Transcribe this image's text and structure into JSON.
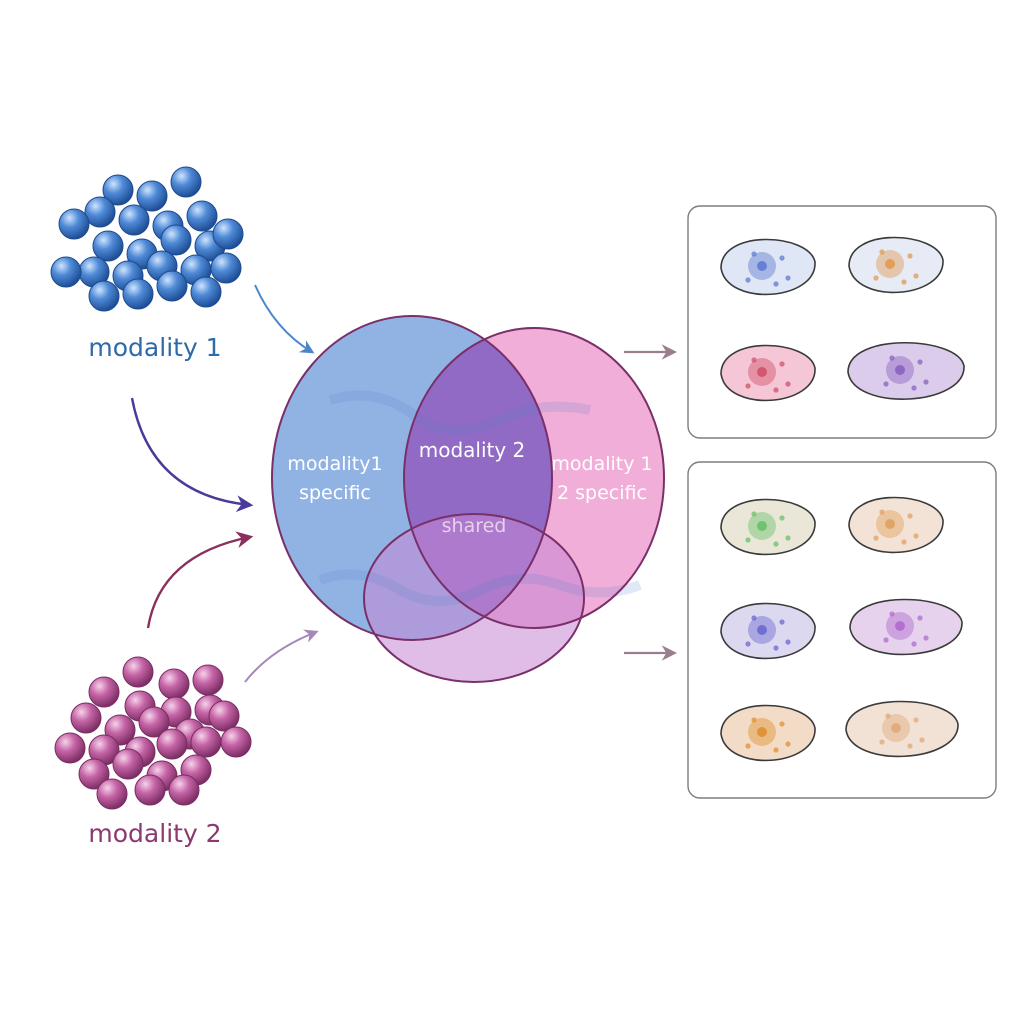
{
  "modality1": {
    "label": "modality 1",
    "color": "#2f6aa8",
    "bead_color": "#4a86cf"
  },
  "modality2": {
    "label": "modality 2",
    "color": "#8a3a6e",
    "bead_color": "#c466a4"
  },
  "venn": {
    "left_label_line1": "modality1",
    "left_label_line2": "specific",
    "overlap_label": "modality 2",
    "right_label_line1": "modality 1",
    "right_label_line2": "2 specific",
    "bottom_label": "shared",
    "left_color": "#7fa8e0",
    "right_color": "#ea8fc8",
    "overlap_color": "#8a6ac8",
    "bottom_color": "#c08ad0",
    "outline_color": "#7a2f68"
  },
  "panels": {
    "top_cells": [
      {
        "fill": "#dfe6f5",
        "core": "#5f7ad0"
      },
      {
        "fill": "#e6ebf6",
        "core": "#e09a50"
      },
      {
        "fill": "#f5c6d6",
        "core": "#d0506a"
      },
      {
        "fill": "#dcccec",
        "core": "#8a62c0"
      }
    ],
    "bottom_cells": [
      {
        "fill": "#eae6d8",
        "core": "#6ac06a"
      },
      {
        "fill": "#f2e3d6",
        "core": "#e0a060"
      },
      {
        "fill": "#dcd8f0",
        "core": "#6a6ad0"
      },
      {
        "fill": "#e6d2ec",
        "core": "#b06ad0"
      },
      {
        "fill": "#f2dcc8",
        "core": "#e0902f"
      },
      {
        "fill": "#f2e2d6",
        "core": "#e0a878"
      }
    ]
  }
}
